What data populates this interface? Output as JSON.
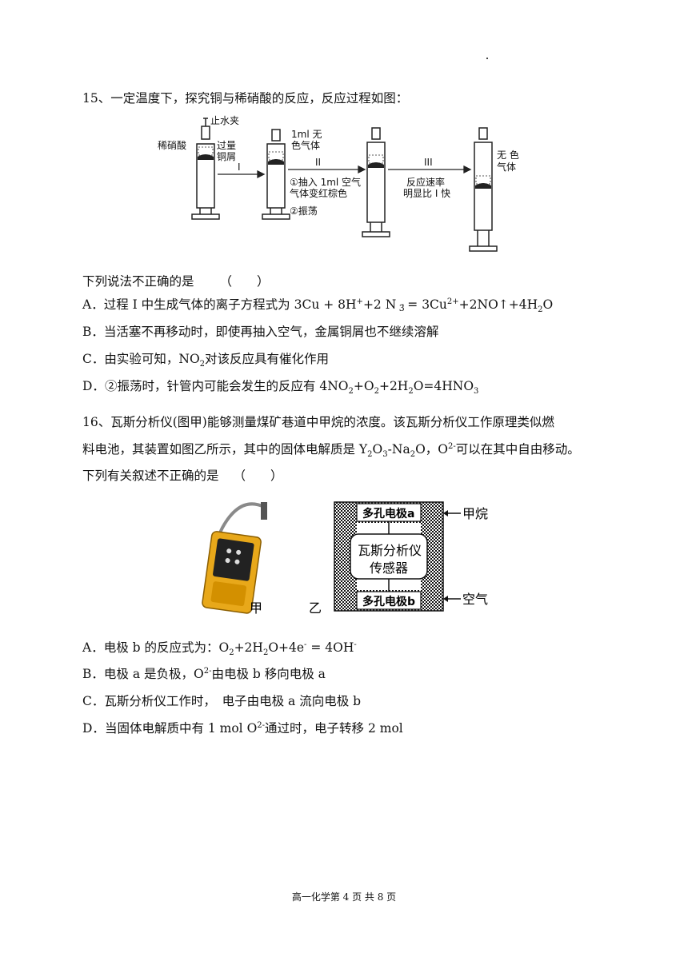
{
  "q15": {
    "stem": "15、一定温度下，探究铜与稀硝酸的反应，反应过程如图：",
    "fig": {
      "stop_clamp": "止水夹",
      "dilute_acid": "稀硝酸",
      "excess": "过量",
      "copper": "铜屑",
      "gas1_a": "1ml 无",
      "gas1_b": "色气体",
      "step1": "I",
      "step2": "II",
      "note2a": "①抽入 1ml 空气",
      "note2b": "气体变红棕色",
      "note2c": "②振荡",
      "step3": "III",
      "note3a": "反应速率",
      "note3b": "明显比 I 快",
      "gas3_a": "无 色",
      "gas3_b": "气体"
    },
    "prompt": "下列说法不正确的是",
    "paren": "（　　）",
    "optA": {
      "label": "A．",
      "t1": "过程 I 中生成气体的离子方程式为 3Cu + 8H",
      "t2": "+2 N",
      "t3": "= 3Cu",
      "t4": "+2NO↑+4H",
      "t5": "O"
    },
    "optB": {
      "label": "B．",
      "text": "当活塞不再移动时，即使再抽入空气，金属铜屑也不继续溶解"
    },
    "optC": {
      "label": "C．",
      "t1": "由实验可知，NO",
      "t2": "对该反应具有催化作用"
    },
    "optD": {
      "label": "D．",
      "t1": "②振荡时，针管内可能会发生的反应有 4NO",
      "t2": "+O",
      "t3": "+2H",
      "t4": "O=4HNO"
    }
  },
  "q16": {
    "line1": "16、瓦斯分析仪(图甲)能够测量煤矿巷道中甲烷的浓度。该瓦斯分析仪工作原理类似燃",
    "line2a": "料电池，其装置如图乙所示，其中的固体电解质是 Y",
    "line2b": "O",
    "line2c": "-Na",
    "line2d": "O，O",
    "line2e": "可以在其中自由移动。",
    "line3": "下列有关叙述不正确的是",
    "paren": "（　　）",
    "fig": {
      "jia": "甲",
      "yi": "乙",
      "electrode_a": "多孔电极a",
      "electrode_b": "多孔电极b",
      "sensor1": "瓦斯分析仪",
      "sensor2": "传感器",
      "methane": "甲烷",
      "air": "空气"
    },
    "optA": {
      "label": "A．",
      "t1": "电极 b 的反应式为：O",
      "t2": "+2H",
      "t3": "O+4e",
      "t4": " = 4OH"
    },
    "optB": {
      "label": "B．",
      "t1": "电极 a 是负极，O",
      "t2": "由电极 b 移向电极 a"
    },
    "optC": {
      "label": "C．",
      "text": "瓦斯分析仪工作时，　电子由电极 a 流向电极 b"
    },
    "optD": {
      "label": "D．",
      "t1": "当固体电解质中有 1 mol O",
      "t2": "通过时，电子转移 2 mol"
    }
  },
  "footer": "高一化学第 4 页 共 8 页"
}
